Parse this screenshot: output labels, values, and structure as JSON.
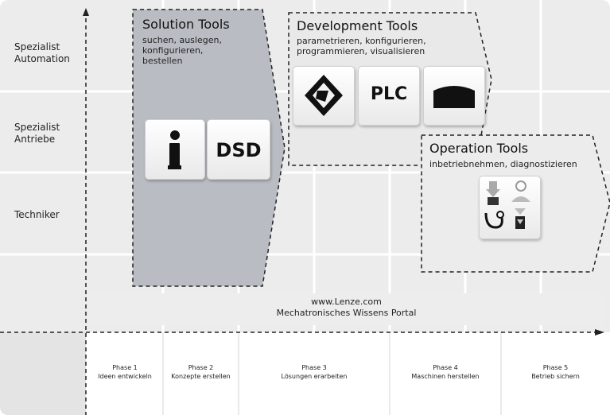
{
  "rows": [
    "Spezialist\nAutomation",
    "Spezialist\nAntriebe",
    "Techniker"
  ],
  "solution_tools": {
    "title": "Solution Tools",
    "subtitle": "suchen, auslegen,\nkonfigurieren,\nbestellen",
    "tiles": [
      {
        "icon": "info-icon",
        "label": ""
      },
      {
        "icon": "dsd-logo-icon",
        "label": "DSD"
      }
    ]
  },
  "development_tools": {
    "title": "Development Tools",
    "subtitle": "parametrieren, konfigurieren,\nprogrammieren, visualisieren",
    "tiles": [
      {
        "icon": "engineer-logo-icon",
        "label": ""
      },
      {
        "icon": "plc-icon",
        "label": "PLC"
      },
      {
        "icon": "visualization-icon",
        "label": ""
      }
    ]
  },
  "operation_tools": {
    "title": "Operation Tools",
    "subtitle": "inbetriebnehmen, diagnostizieren",
    "icons": [
      "download-icon",
      "service-diagnosis-icon",
      "stethoscope-icon",
      "device-update-icon"
    ]
  },
  "portal": {
    "line1": "www.Lenze.com",
    "line2": "Mechatronisches Wissens Portal"
  },
  "phases": [
    {
      "name": "Phase 1",
      "desc": "Ideen entwickeln"
    },
    {
      "name": "Phase 2",
      "desc": "Konzepte erstellen"
    },
    {
      "name": "Phase 3",
      "desc": "Lösungen erarbeiten"
    },
    {
      "name": "Phase 4",
      "desc": "Maschinen herstellen"
    },
    {
      "name": "Phase 5",
      "desc": "Betrieb sichern"
    }
  ],
  "colors": {
    "grid_bg": "#ececec",
    "solution_area": "#b8bcc2",
    "dashed": "#222222"
  }
}
